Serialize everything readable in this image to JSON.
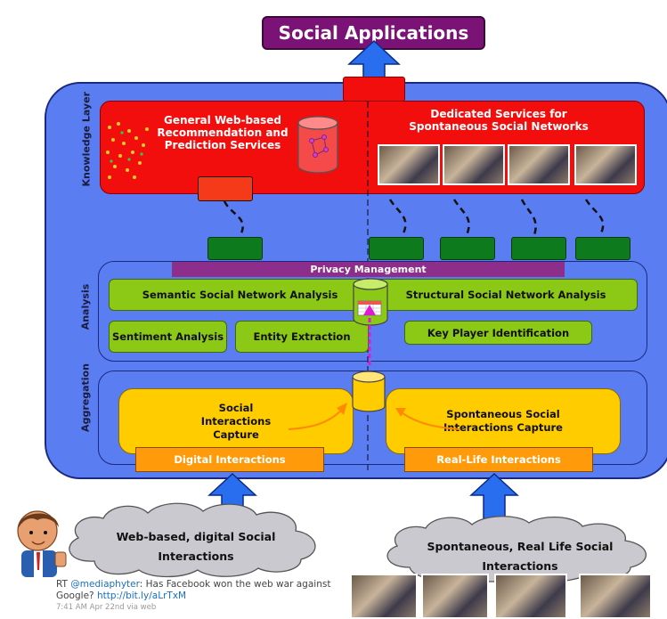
{
  "title": "Social Applications",
  "layers": {
    "knowledge": "Knowledge Layer",
    "analysis": "Analysis",
    "aggregation": "Aggregation"
  },
  "knowledge": {
    "general": "General Web-based Recommendation and Prediction Services",
    "dedicated": "Dedicated Services for Spontaneous Social Networks"
  },
  "analysis": {
    "privacy": "Privacy Management",
    "semantic": "Semantic Social Network Analysis",
    "structural": "Structural Social Network Analysis",
    "sentiment": "Sentiment Analysis",
    "entity": "Entity Extraction",
    "keyplayer": "Key Player Identification"
  },
  "aggregation": {
    "social_capture": "Social Interactions Capture",
    "spontaneous_capture": "Spontaneous Social Interactions Capture",
    "digital": "Digital Interactions",
    "reallife": "Real-Life Interactions"
  },
  "clouds": {
    "web": "Web-based, digital Social Interactions",
    "spontaneous": "Spontaneous, Real Life Social Interactions"
  },
  "tweet": {
    "prefix": "RT ",
    "handle": "@mediaphyter",
    "text": ": Has Facebook won the web war against Google? ",
    "link": "http://bit.ly/aLrTxM",
    "meta": "7:41 AM Apr 22nd via web"
  },
  "colors": {
    "title_bg": "#7b1276",
    "outer_bg": "#5b7df2",
    "knowledge_bg": "#f30e0e",
    "analysis_box": "#8cc816",
    "privacy_bg": "#8c2e8a",
    "capture_bg": "#ffcc00",
    "interaction_bg": "#ff9a0a",
    "connector": "#0e7a1e",
    "arrow": "#2a6ef0"
  }
}
